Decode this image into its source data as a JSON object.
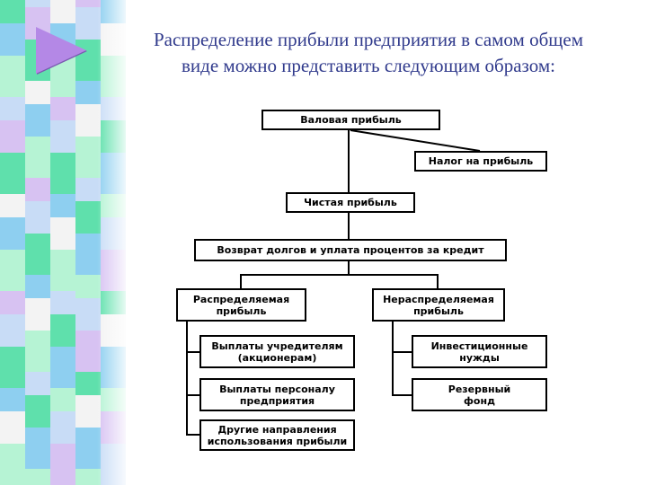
{
  "title": {
    "line1": "Распределение прибыли предприятия в самом общем",
    "line2": "виде можно представить следующим образом:"
  },
  "decor": {
    "strip_colors": [
      "#5fe0ac",
      "#b6f3d4",
      "#8ecff0",
      "#c8dcf6",
      "#d7c2f2",
      "#f3f3f3"
    ],
    "triangle_color": "#b488e6",
    "title_color": "#303a8c",
    "icon": "play-triangle-icon"
  },
  "diagram": {
    "gross_profit": "Валовая прибыль",
    "profit_tax": "Налог на прибыль",
    "net_profit": "Чистая прибыль",
    "debt_return": "Возврат долгов и уплата процентов за кредит",
    "distributed_profit": {
      "line1": "Распределяемая",
      "line2": "прибыль"
    },
    "undistributed_profit": {
      "line1": "Нераспределяемая",
      "line2": "прибыль"
    },
    "founders_payments": {
      "line1": "Выплаты учредителям",
      "line2": "(акционерам)"
    },
    "staff_payments": {
      "line1": "Выплаты персоналу",
      "line2": "предприятия"
    },
    "other_uses": {
      "line1": "Другие направления",
      "line2": "использования прибыли"
    },
    "investment_needs": {
      "line1": "Инвестиционные",
      "line2": "нужды"
    },
    "reserve_fund": {
      "line1": "Резервный",
      "line2": "фонд"
    }
  }
}
